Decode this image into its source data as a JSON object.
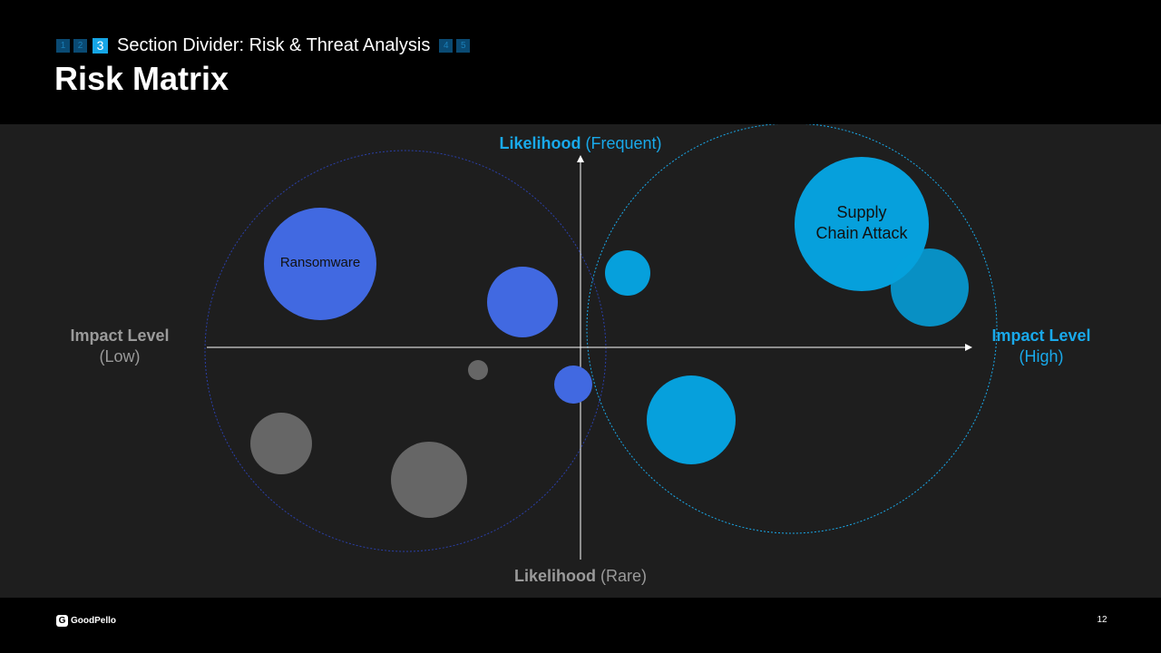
{
  "header": {
    "breadcrumb": {
      "pre_steps": [
        "1",
        "2"
      ],
      "active_step": "3",
      "active_label": "Section Divider: Risk & Threat Analysis",
      "post_steps": [
        "4",
        "5"
      ]
    },
    "title": "Risk Matrix"
  },
  "matrix": {
    "likelihood_top_bold": "Likelihood",
    "likelihood_top_note": "(Frequent)",
    "likelihood_bottom_bold": "Likelihood",
    "likelihood_bottom_note": "(Rare)",
    "impact_left_bold": "Impact Level",
    "impact_left_note": "(Low)",
    "impact_right_bold": "Impact Level",
    "impact_right_note": "(High)",
    "bubble_labels": {
      "ransomware": "Ransomware",
      "supply_line1": "Supply",
      "supply_line2": "Chain Attack"
    },
    "colors": {
      "panel": "#1e1e1e",
      "blue_group": "#4169e1",
      "cyan_group": "#06a0dc",
      "gray_group": "#666666",
      "accent": "#19a9ea"
    }
  },
  "footer": {
    "logo_icon": "G",
    "logo_text": "GoodPello",
    "page_number": "12"
  }
}
